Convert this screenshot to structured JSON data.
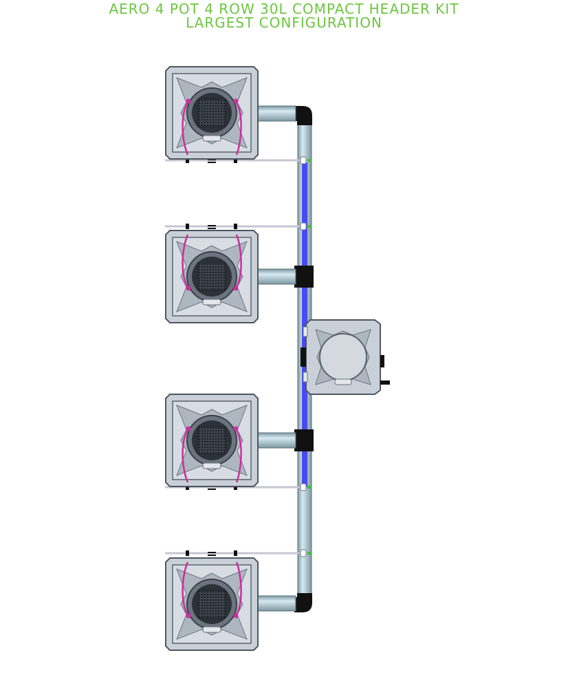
{
  "header": {
    "title_line1": "AERO 4 POT 4 ROW 30L COMPACT HEADER KIT",
    "title_line2": "LARGEST CONFIGURATION"
  },
  "colors": {
    "title": "#6cc63f",
    "water_line": "#4a4af0",
    "pot_body": "#c9d0d8",
    "pipe": "#a8c6cf",
    "elbow": "#111111",
    "hose": "#cc2ea0",
    "connector": "#3fbf3f"
  },
  "diagram": {
    "pots": [
      {
        "name": "pot-1"
      },
      {
        "name": "pot-2"
      },
      {
        "name": "pot-3"
      },
      {
        "name": "pot-4"
      }
    ],
    "header_tank": {
      "name": "header-tank"
    }
  }
}
